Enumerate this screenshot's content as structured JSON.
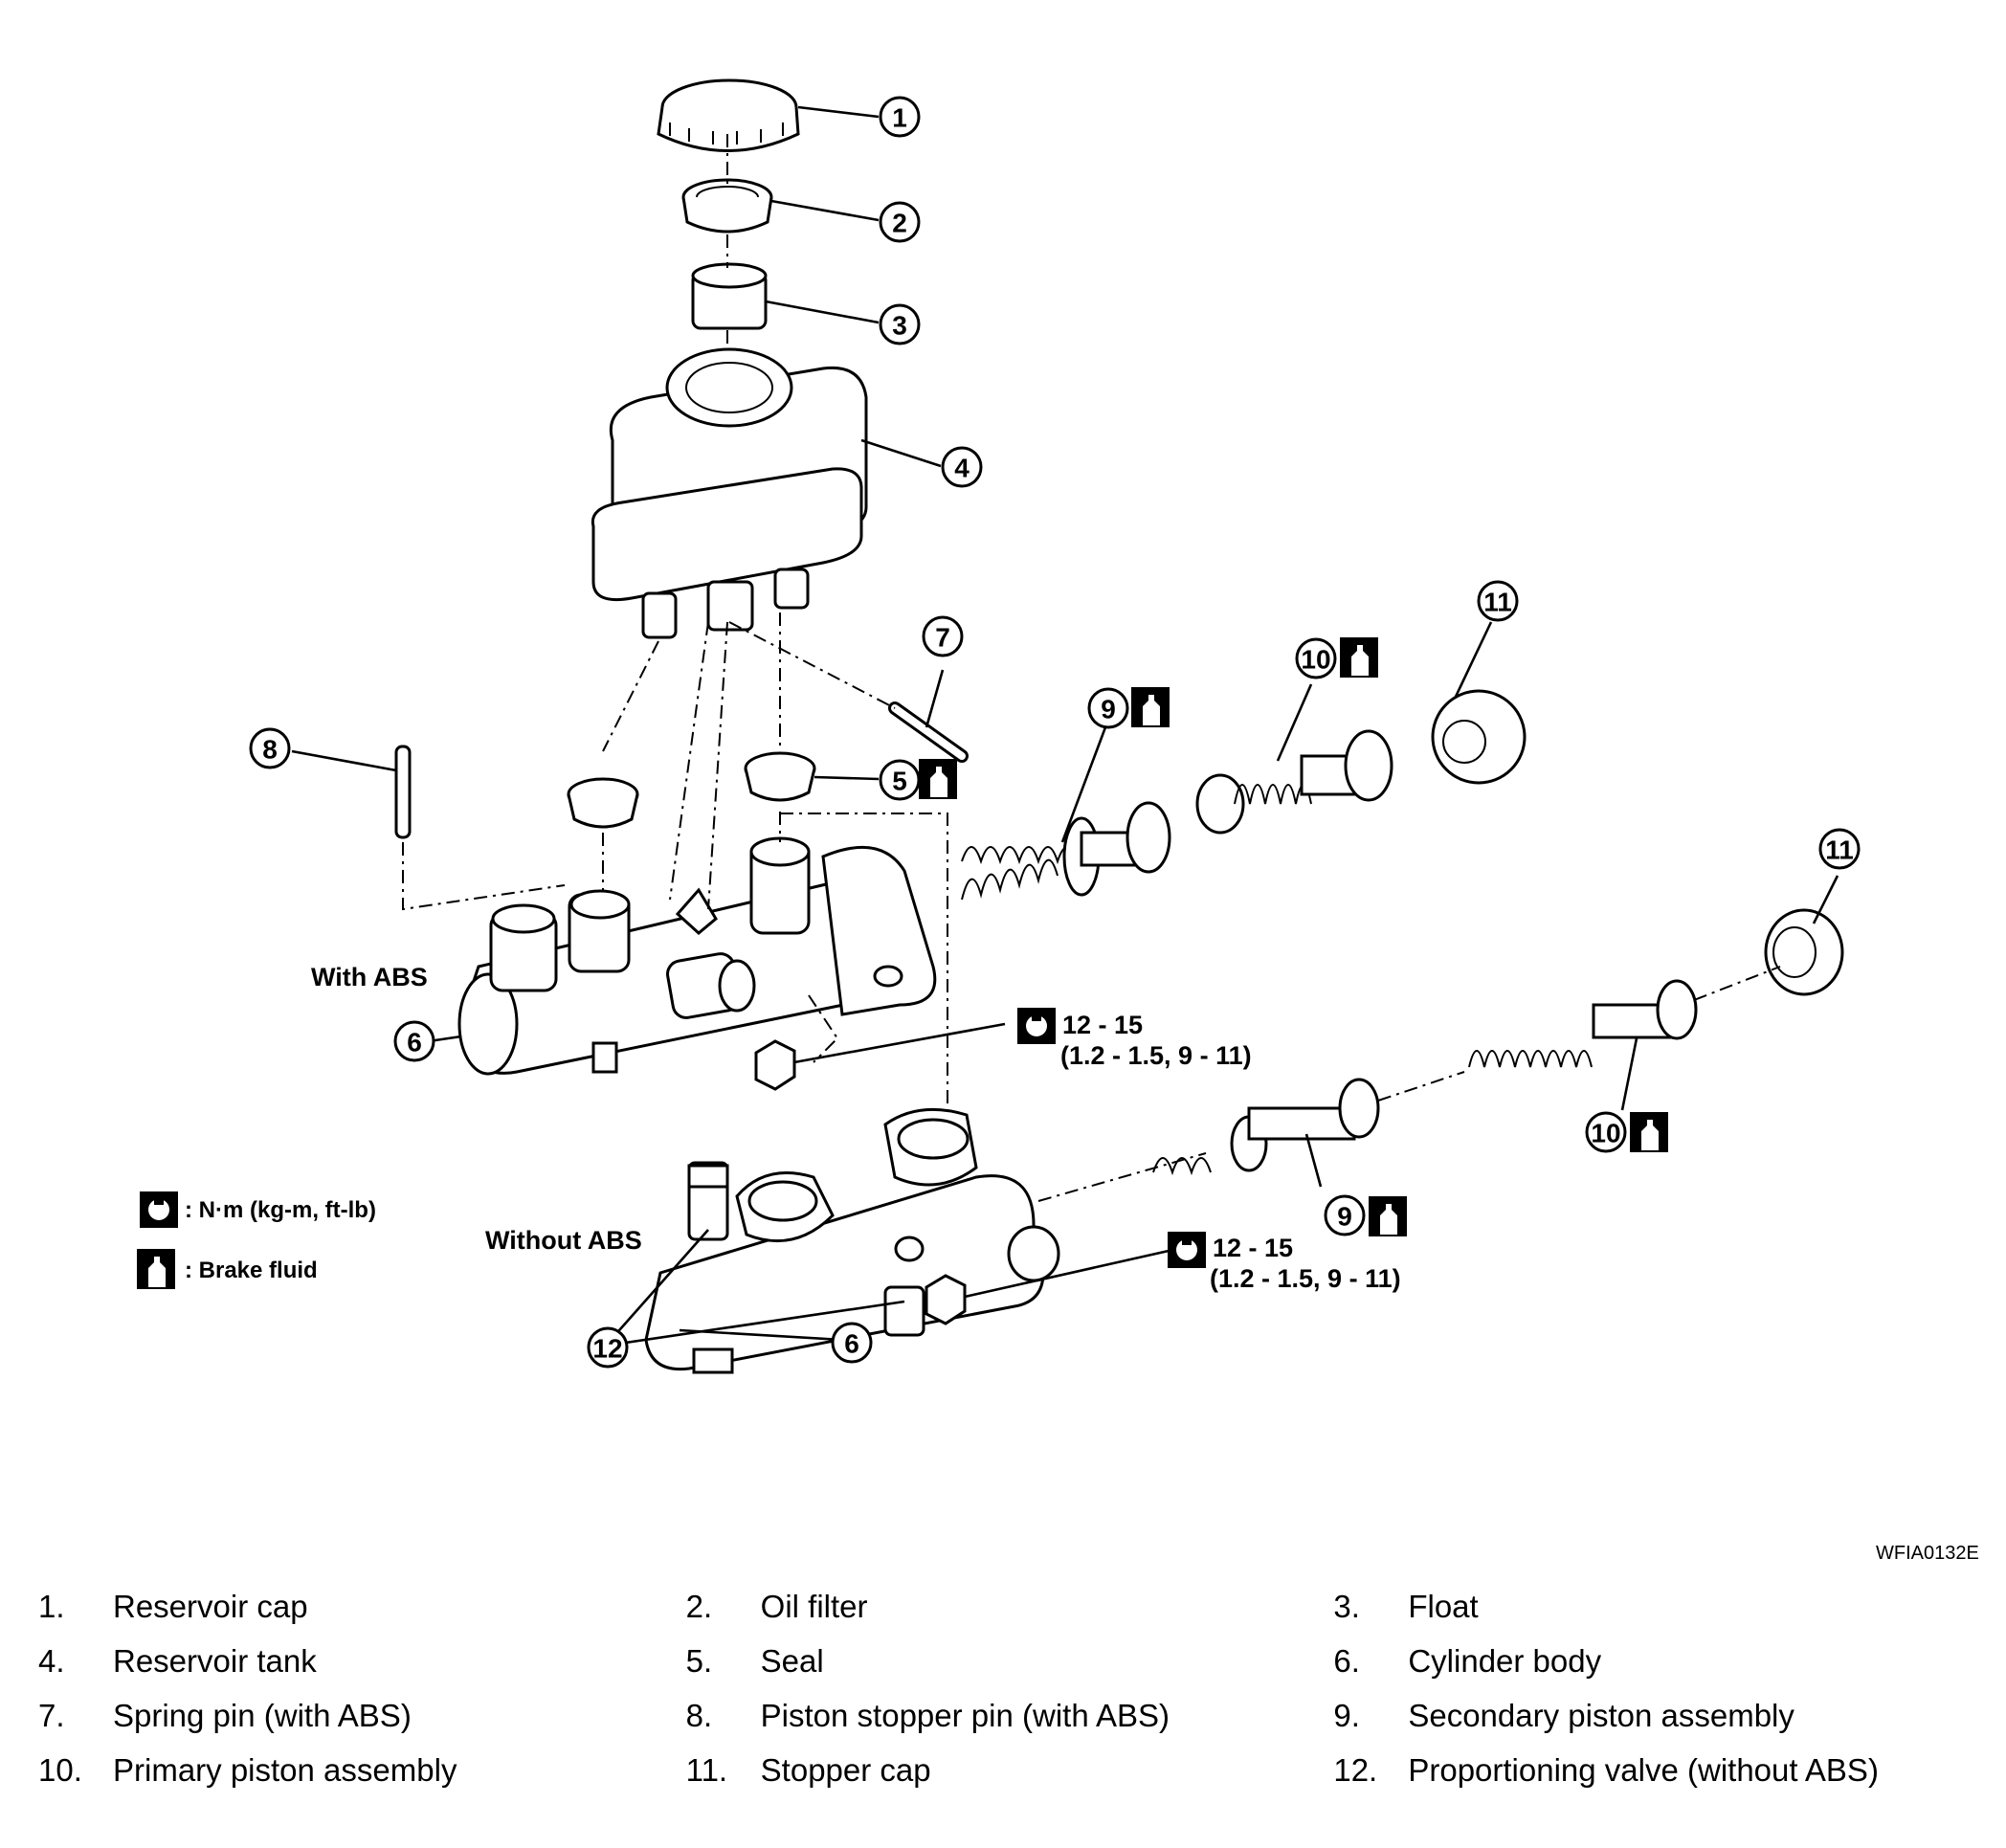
{
  "callouts": [
    "1",
    "2",
    "3",
    "4",
    "5",
    "6",
    "7",
    "8",
    "9",
    "10",
    "11",
    "12"
  ],
  "labels": {
    "with_abs": "With ABS",
    "without_abs": "Without ABS",
    "torque_value": "12 - 15",
    "torque_detail": "(1.2 - 1.5, 9 - 11)",
    "key_torque": ": N·m (kg-m, ft-lb)",
    "key_fluid": ": Brake fluid"
  },
  "figure_code": "WFIA0132E",
  "parts": [
    {
      "num": "1.",
      "name": "Reservoir cap"
    },
    {
      "num": "2.",
      "name": "Oil filter"
    },
    {
      "num": "3.",
      "name": "Float"
    },
    {
      "num": "4.",
      "name": "Reservoir tank"
    },
    {
      "num": "5.",
      "name": "Seal"
    },
    {
      "num": "6.",
      "name": "Cylinder body"
    },
    {
      "num": "7.",
      "name": "Spring pin (with ABS)"
    },
    {
      "num": "8.",
      "name": "Piston stopper pin (with ABS)"
    },
    {
      "num": "9.",
      "name": "Secondary piston assembly"
    },
    {
      "num": "10.",
      "name": "Primary piston assembly"
    },
    {
      "num": "11.",
      "name": "Stopper cap"
    },
    {
      "num": "12.",
      "name": "Proportioning valve (without ABS)"
    }
  ]
}
